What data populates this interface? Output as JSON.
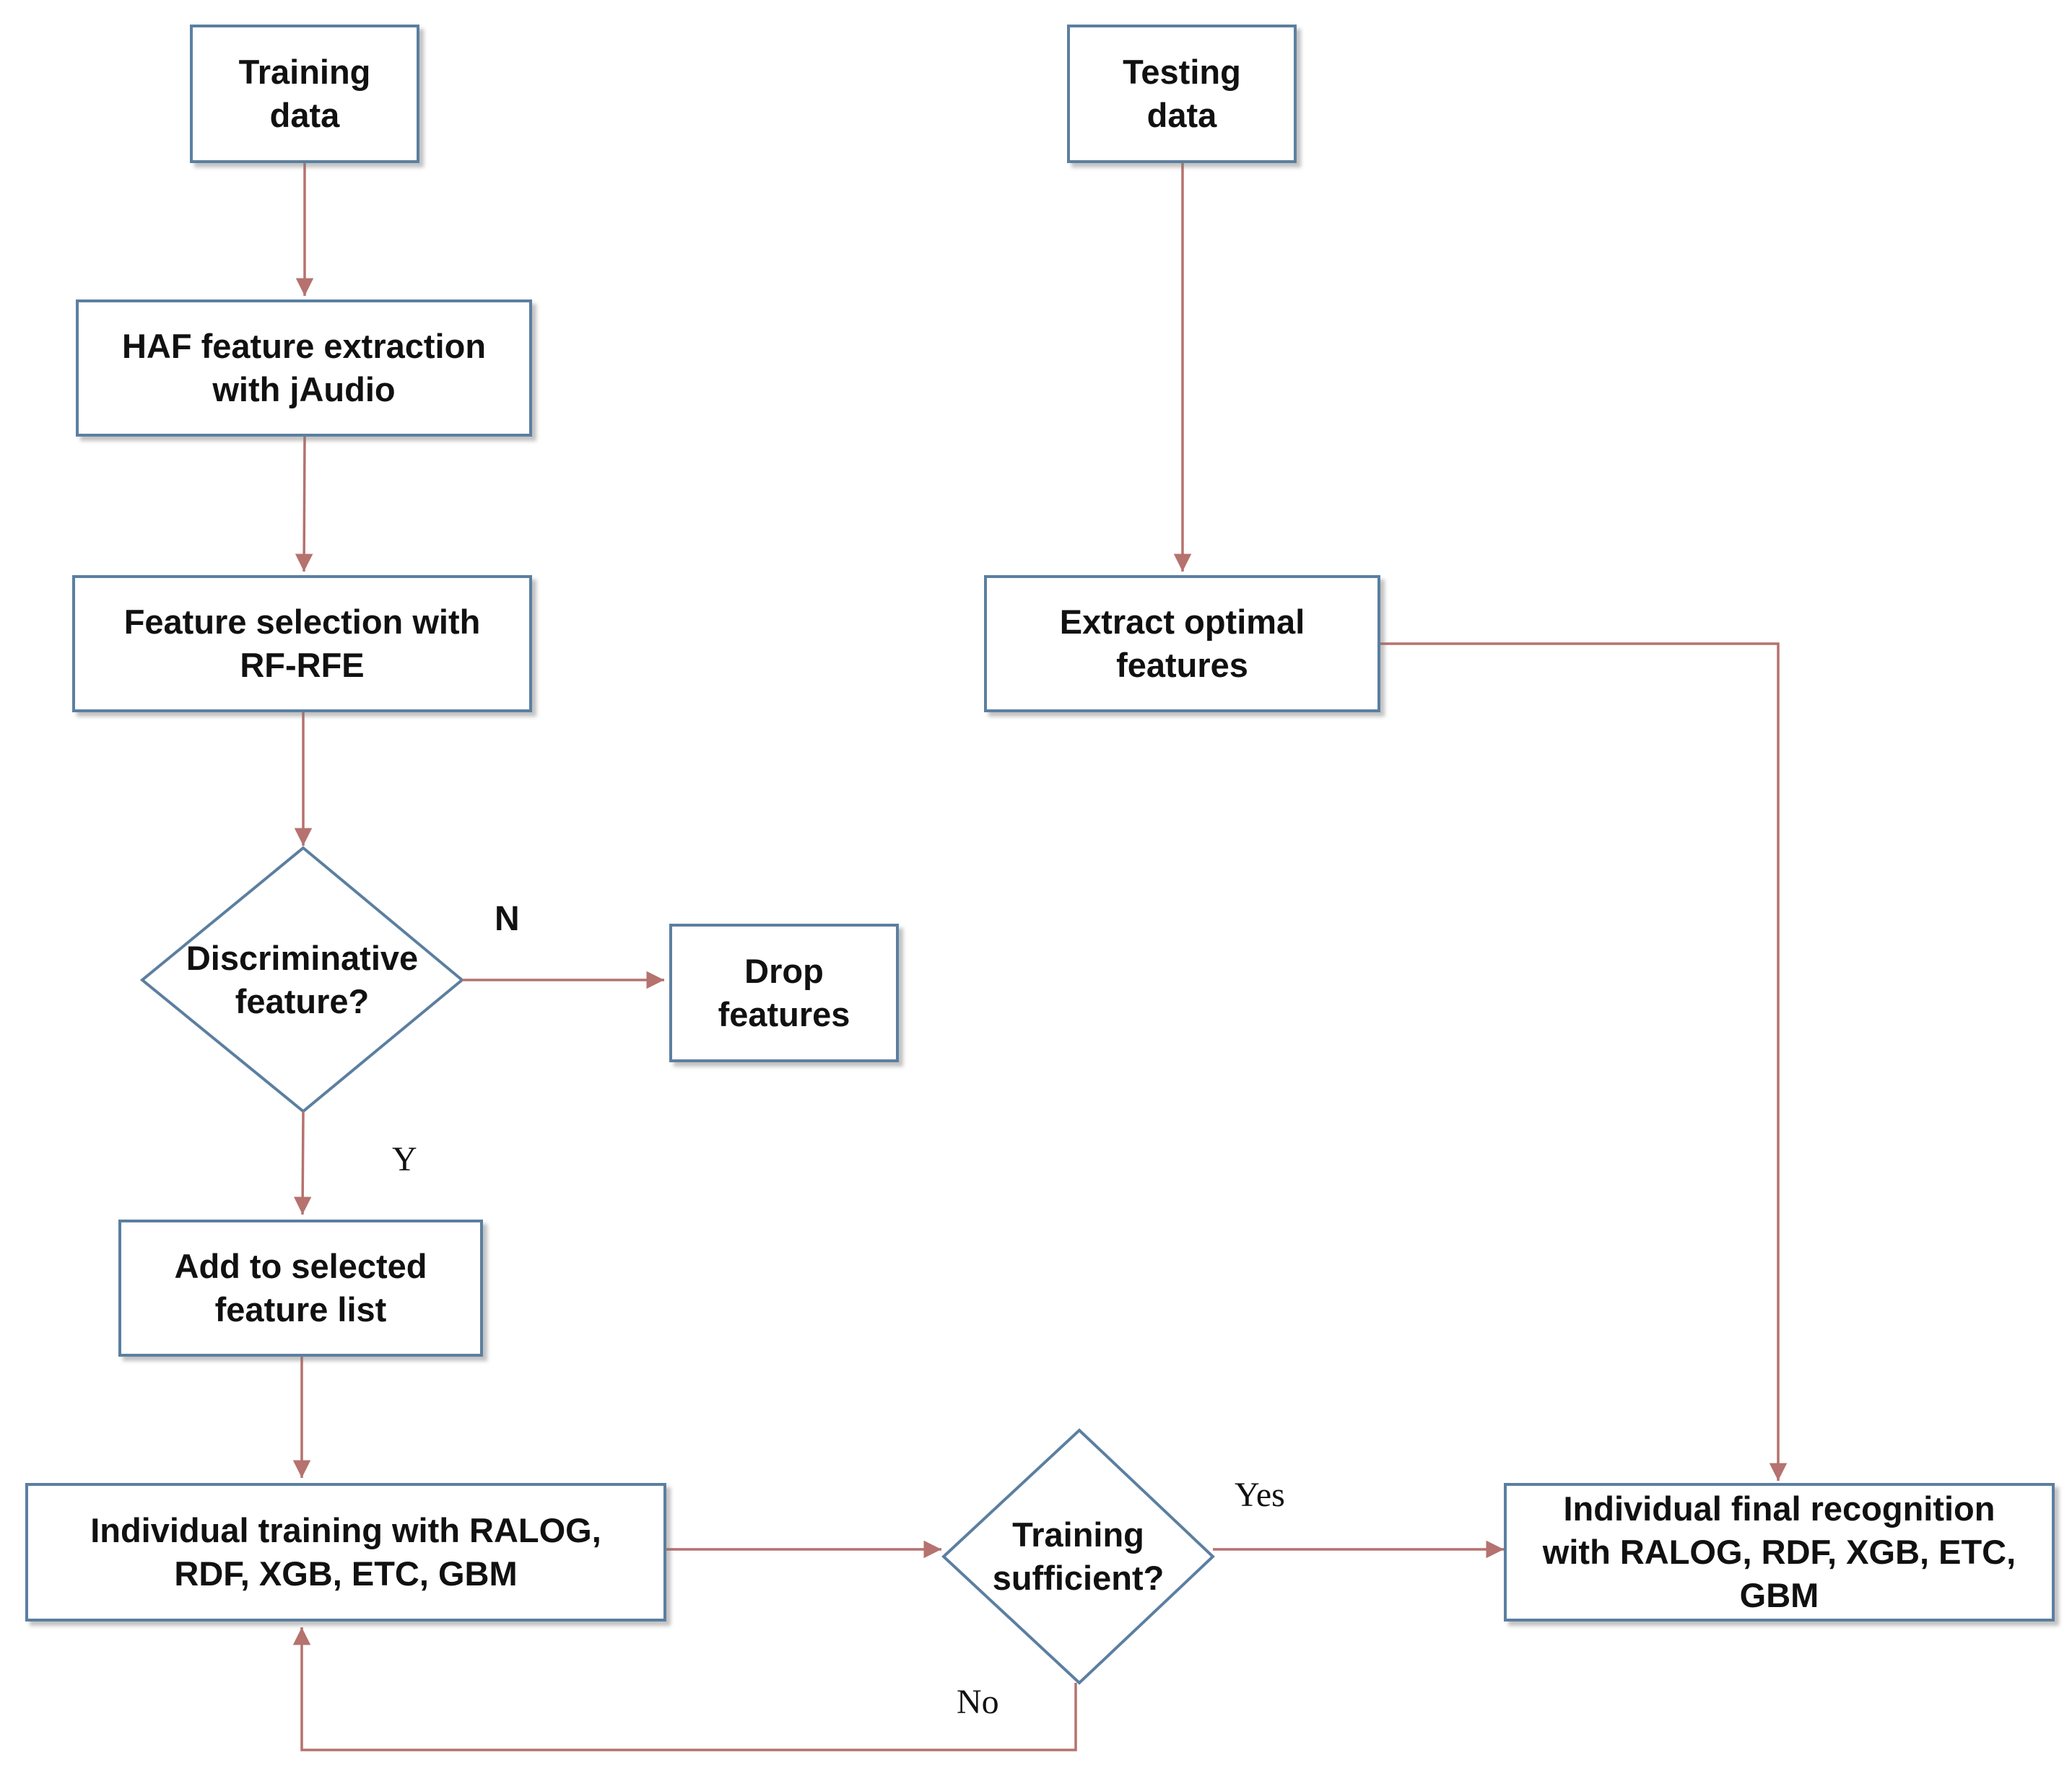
{
  "colors": {
    "box_border": "#5b7fa0",
    "arrow": "#b5726e",
    "text": "#111111"
  },
  "nodes": {
    "training_data": "Training\ndata",
    "testing_data": "Testing\ndata",
    "haf_extraction": "HAF feature extraction\nwith jAudio",
    "feature_selection": "Feature selection with\nRF-RFE",
    "extract_optimal": "Extract optimal\nfeatures",
    "discriminative": "Discriminative\nfeature?",
    "drop_features": "Drop\nfeatures",
    "add_selected": "Add to selected\nfeature list",
    "individual_training": "Individual training with RALOG,\nRDF, XGB, ETC, GBM",
    "training_sufficient": "Training\nsufficient?",
    "final_recognition": "Individual final recognition\nwith RALOG, RDF, XGB, ETC,\nGBM"
  },
  "edge_labels": {
    "n": "N",
    "y": "Y",
    "yes": "Yes",
    "no": "No"
  }
}
